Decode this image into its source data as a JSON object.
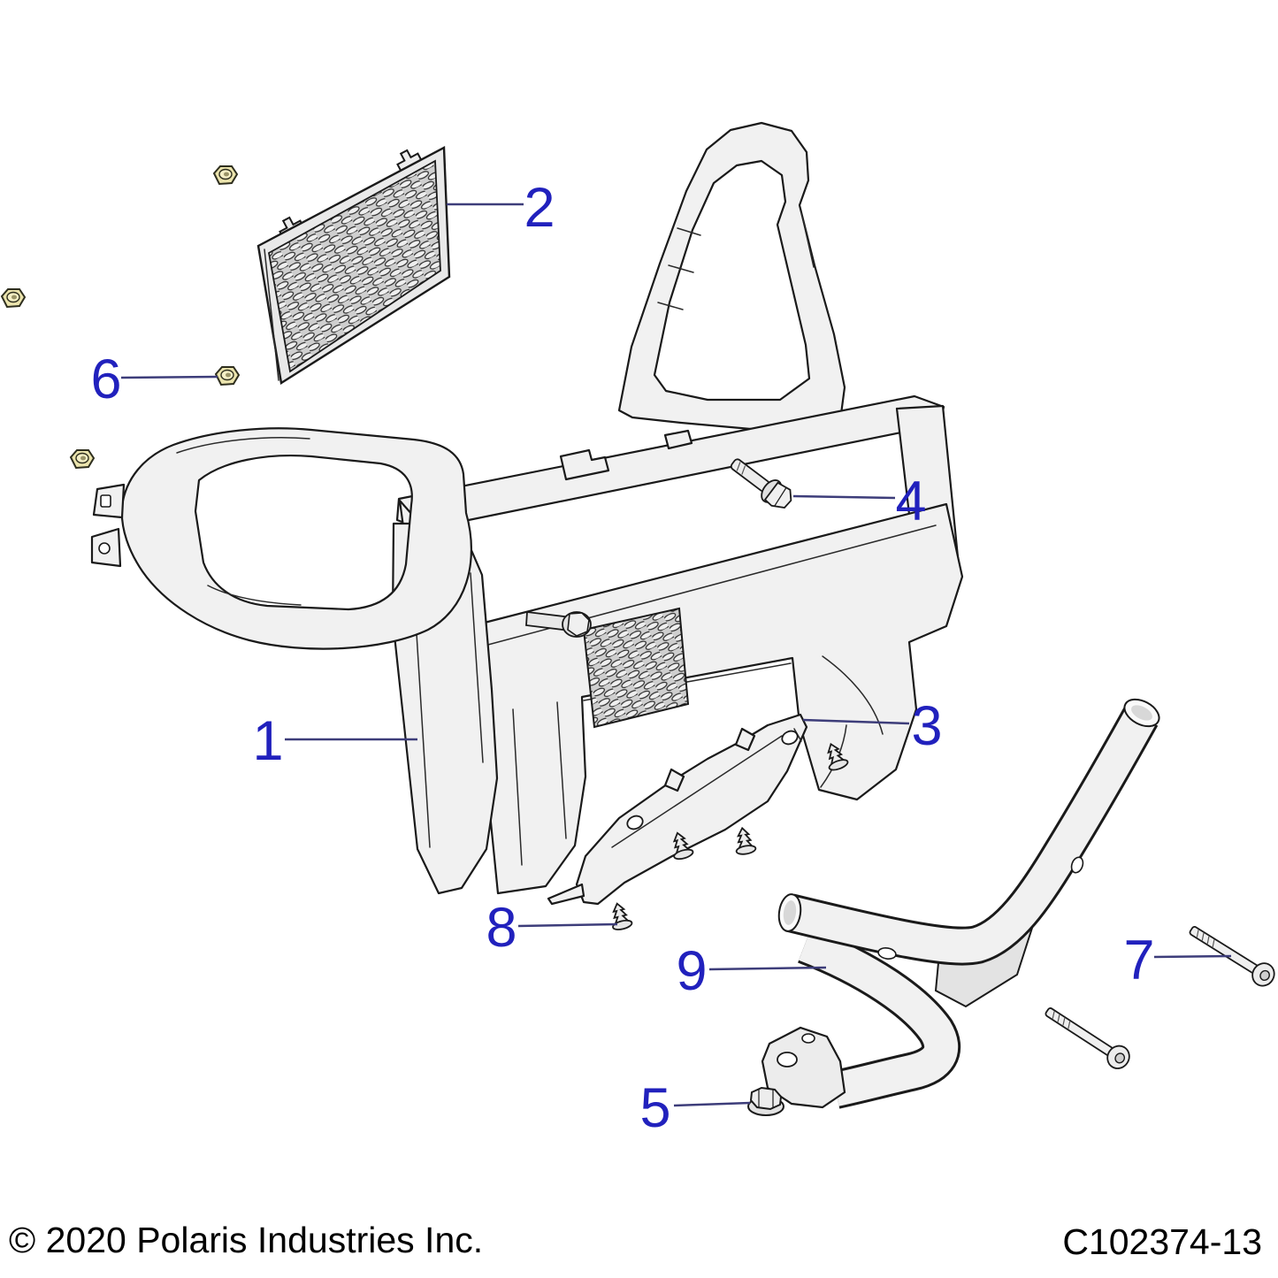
{
  "diagram": {
    "kind": "exploded-parts-diagram",
    "callouts": [
      {
        "label": "1"
      },
      {
        "label": "2"
      },
      {
        "label": "3"
      },
      {
        "label": "4"
      },
      {
        "label": "5"
      },
      {
        "label": "6"
      },
      {
        "label": "7"
      },
      {
        "label": "8"
      },
      {
        "label": "9"
      }
    ]
  },
  "footer": {
    "copyright": "© 2020 Polaris Industries Inc.",
    "drawing_number": "C102374-13"
  },
  "colors": {
    "callout_number": "#2121bd",
    "leader_line": "#3d3d7a",
    "outline": "#1a1a1a",
    "background": "#ffffff",
    "nut_fill": "#ebe4ad"
  }
}
